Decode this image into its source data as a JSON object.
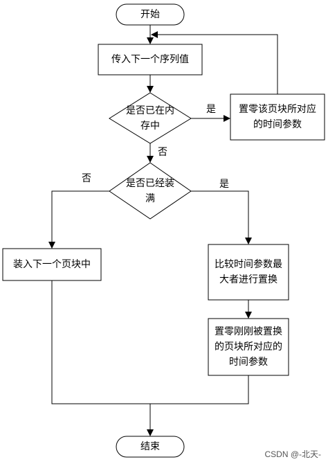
{
  "nodes": {
    "start": "开始",
    "input_value": "传入下一个序列值",
    "in_memory": "是否已在内\n存中",
    "reset_time": "置零该页块所对应\n的时间参数",
    "is_full": "是否已经装\n满",
    "load_next": "装入下一个页块中",
    "replace_max": "比较时间参数最\n大者进行置换",
    "reset_replaced": "置零刚刚被置换\n的页块所对应的\n时间参数",
    "end": "结束"
  },
  "edge_labels": {
    "memory_yes": "是",
    "memory_no": "否",
    "full_no": "否",
    "full_yes": "是"
  },
  "watermark": "CSDN @-北天-"
}
